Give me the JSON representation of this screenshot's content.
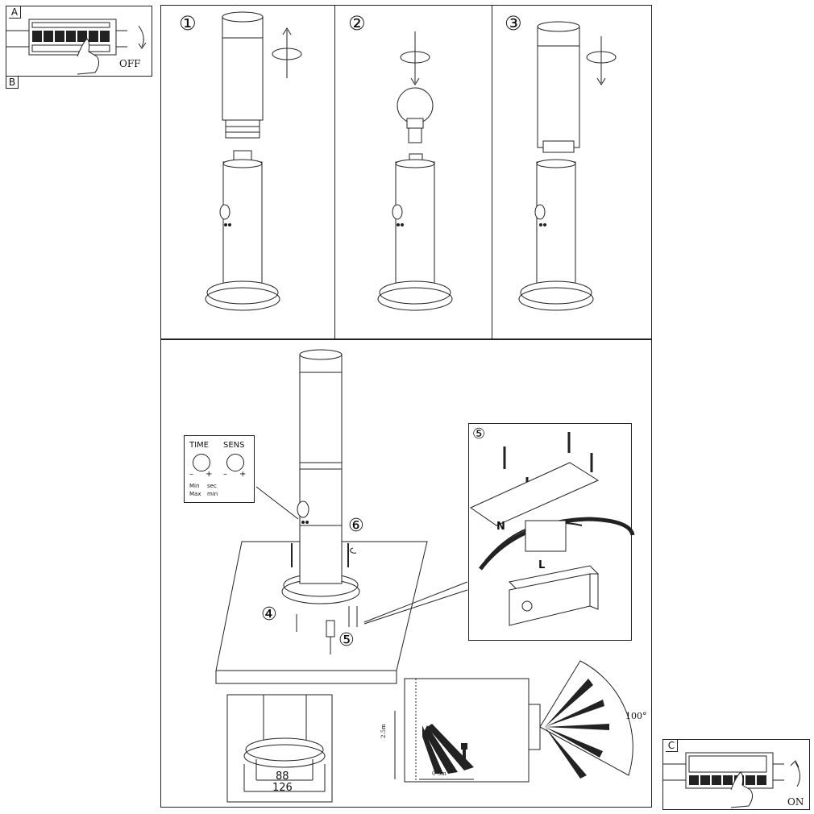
{
  "panels": {
    "a": {
      "label": "A",
      "state": "OFF"
    },
    "b": {
      "label": "B"
    },
    "c": {
      "label": "C",
      "state": "ON"
    }
  },
  "steps": {
    "s1": "①",
    "s2": "②",
    "s3": "③",
    "s4": "④",
    "s5": "⑤",
    "s5b": "⑤",
    "s6": "⑥"
  },
  "control_panel": {
    "time": "TIME",
    "sens": "SENS",
    "minus1": "–",
    "plus1": "+",
    "minus2": "–",
    "plus2": "+",
    "min": "Min",
    "sec": "sec",
    "max": "Max",
    "min2": "min"
  },
  "wiring": {
    "neutral": "N",
    "live": "L"
  },
  "dimensions": {
    "inner": "88",
    "outer": "126"
  },
  "detection": {
    "angle": "100°",
    "height": "2.5m",
    "range": "0-5m"
  }
}
